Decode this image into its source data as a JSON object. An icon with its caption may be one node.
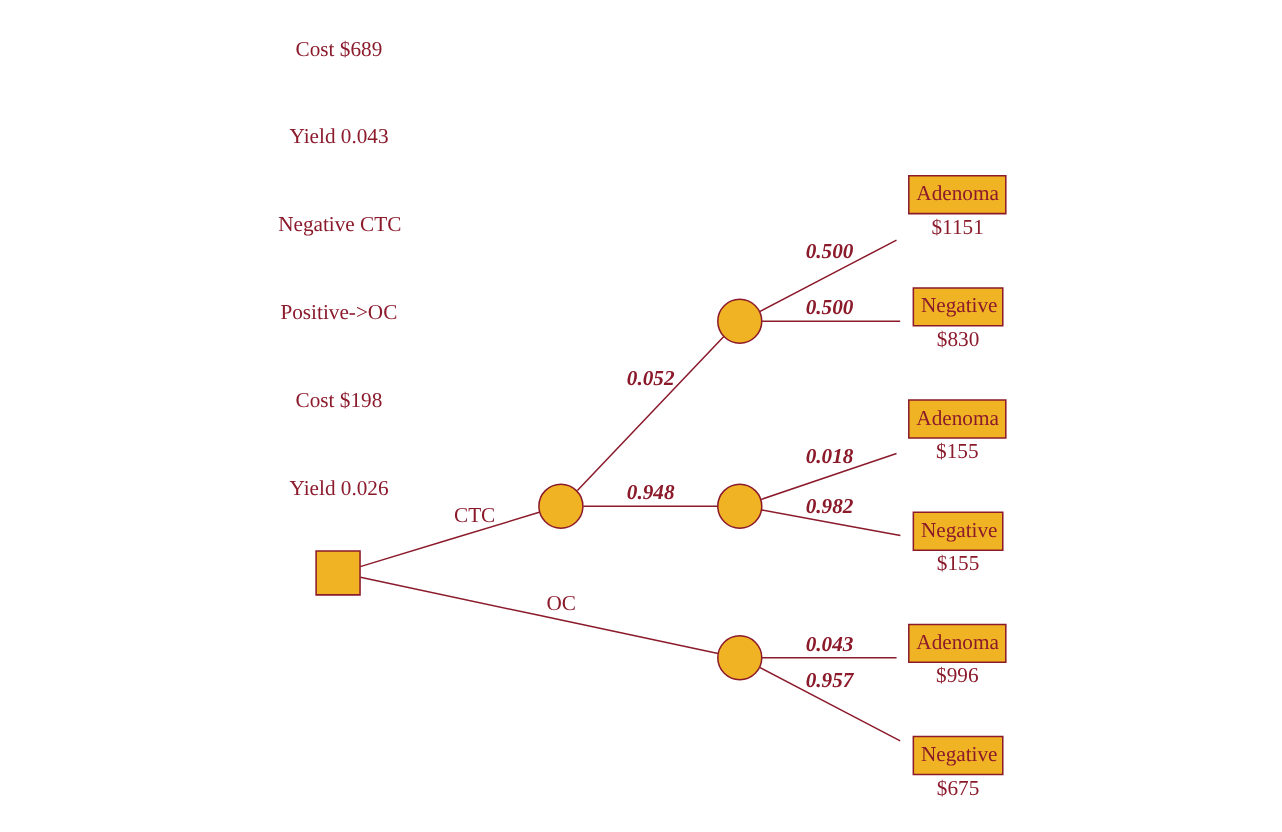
{
  "diagram": {
    "nodes": [
      {
        "text": [],
        "shape": "box"
      },
      {
        "text": [],
        "shape": "circle"
      },
      {
        "text": [],
        "shape": "circle"
      },
      {
        "text": [
          "Adenoma"
        ],
        "beside": [
          "$1151"
        ]
      },
      {
        "text": [
          "Negative"
        ],
        "beside": [
          "$830"
        ]
      },
      {
        "text": [],
        "shape": "circle"
      },
      {
        "text": [
          "Adenoma"
        ],
        "beside": [
          "$155"
        ]
      },
      {
        "text": [
          "Negative"
        ],
        "beside": [
          "$155"
        ]
      },
      {
        "text": [],
        "shape": "circle"
      },
      {
        "text": [
          "Adenoma"
        ],
        "beside": [
          "$996"
        ]
      },
      {
        "text": [
          "Negative"
        ],
        "beside": [
          "$675"
        ]
      }
    ],
    "edges": [
      {
        "from": 0,
        "to": 1,
        "arrow": "none",
        "label": "CTC"
      },
      {
        "from": 1,
        "to": 2,
        "arrow": "none",
        "label": "0.052"
      },
      {
        "from": 2,
        "to": 3,
        "arrow": "none",
        "label": "0.500"
      },
      {
        "from": 2,
        "to": 4,
        "arrow": "none",
        "label": "0.500"
      },
      {
        "from": 1,
        "to": 5,
        "arrow": "none",
        "label": "0.948"
      },
      {
        "from": 5,
        "to": 6,
        "arrow": "none",
        "label": "0.018"
      },
      {
        "from": 5,
        "to": 7,
        "arrow": "none",
        "label": "0.982"
      },
      {
        "from": 0,
        "to": 8,
        "arrow": "none",
        "label": "OC"
      },
      {
        "from": 8,
        "to": 9,
        "arrow": "none",
        "label": "0.043"
      },
      {
        "from": 8,
        "to": 10,
        "arrow": "none",
        "label": "0.957"
      }
    ],
    "labels": [
      "Yield 0.026",
      "Cost $198",
      "Positive->OC",
      "Negative CTC",
      "Yield 0.043",
      "Cost $689"
    ]
  }
}
